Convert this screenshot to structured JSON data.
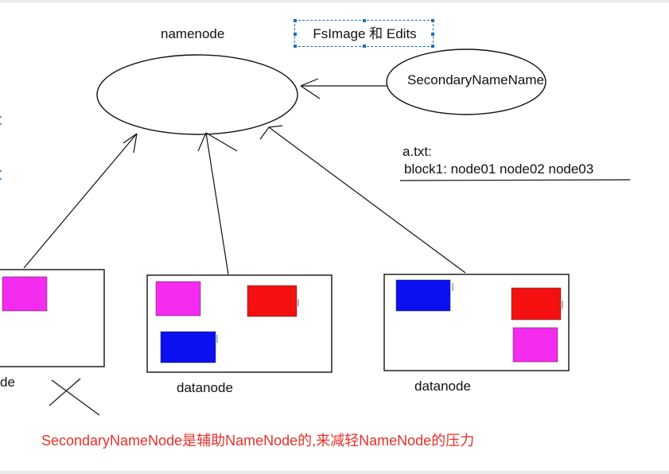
{
  "diagram": {
    "namenode_label": "namenode",
    "fsimage_label": "FsImage 和 Edits",
    "secondary_label": "SecondaryNameName",
    "metadata_file": "a.txt:",
    "metadata_block": "block1:  node01 node02 node03",
    "datanode_left_partial": "de",
    "datanode_middle_label": "datanode",
    "datanode_right_label": "datanode",
    "caption": "SecondaryNameNode是辅助NameNode的,来减轻NameNode的压力"
  },
  "colors": {
    "block_magenta": "#f52bf0",
    "block_red": "#f51010",
    "block_blue": "#0a10f0",
    "caption_red": "#e8302a",
    "selection_blue": "#1f6fb5"
  },
  "icons": {
    "cross_mark": "x-cross-icon"
  }
}
